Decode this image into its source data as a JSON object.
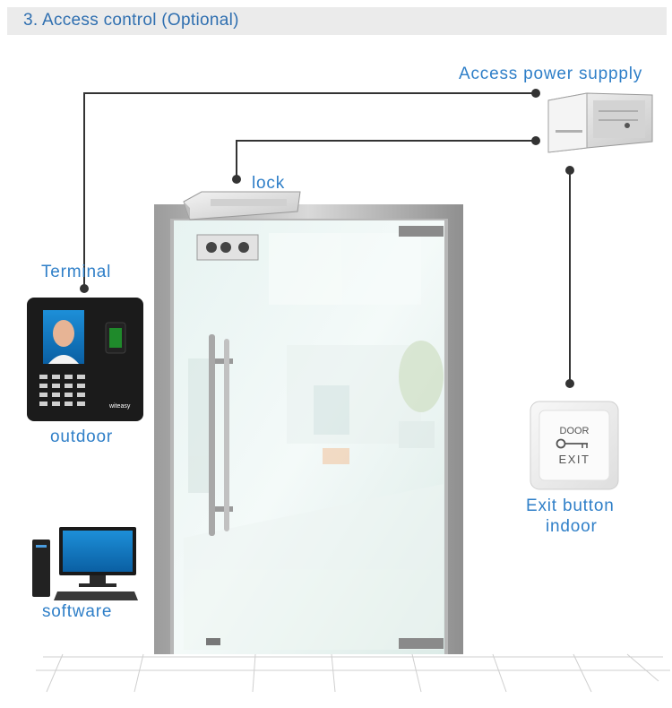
{
  "header": {
    "title": "3. Access control (Optional)"
  },
  "labels": {
    "power_supply": "Access power suppply",
    "lock": "lock",
    "terminal": "Terminal",
    "outdoor": "outdoor",
    "exit_button_line1": "Exit button",
    "exit_button_line2": "indoor",
    "software": "software"
  },
  "devices": {
    "terminal_brand": "witeasy",
    "exit_button_top": "DOOR",
    "exit_button_bottom": "EXIT"
  },
  "colors": {
    "accent_text": "#2f7fc8",
    "header_bg": "#ebebeb",
    "wire": "#333333"
  }
}
